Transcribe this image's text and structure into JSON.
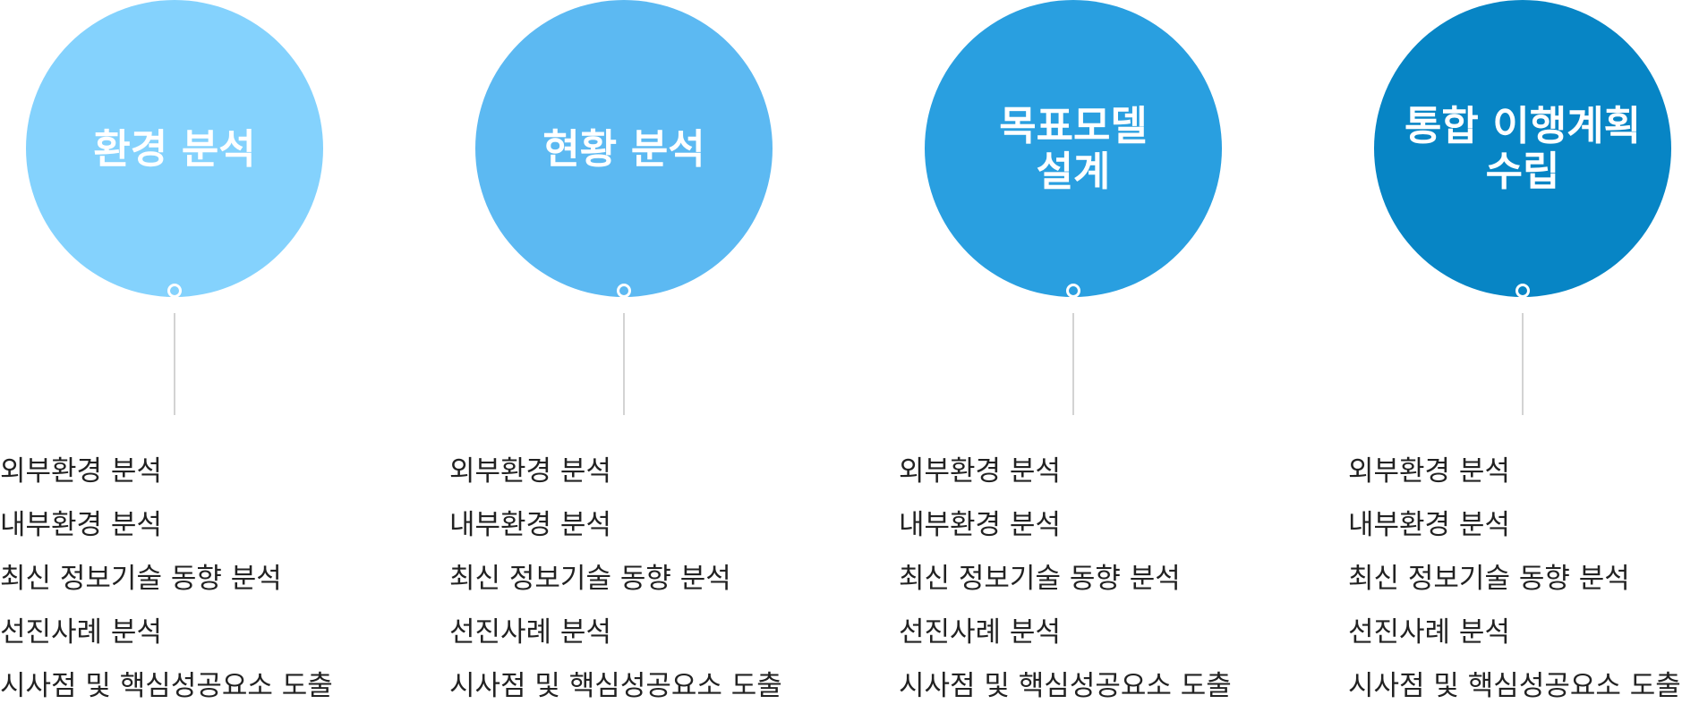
{
  "steps": [
    {
      "title": "환경 분석",
      "color": "#84d2fd",
      "items": [
        "외부환경 분석",
        "내부환경 분석",
        "최신 정보기술 동향 분석",
        "선진사례 분석",
        "시사점 및 핵심성공요소 도출"
      ]
    },
    {
      "title": "현황 분석",
      "color": "#5cb9f2",
      "items": [
        "외부환경 분석",
        "내부환경 분석",
        "최신 정보기술 동향 분석",
        "선진사례 분석",
        "시사점 및 핵심성공요소 도출"
      ]
    },
    {
      "title": "목표모델\n설계",
      "color": "#299fe0",
      "items": [
        "외부환경 분석",
        "내부환경 분석",
        "최신 정보기술 동향 분석",
        "선진사례 분석",
        "시사점 및 핵심성공요소 도출"
      ]
    },
    {
      "title": "통합 이행계획\n수립",
      "color": "#0785c5",
      "items": [
        "외부환경 분석",
        "내부환경 분석",
        "최신 정보기술 동향 분석",
        "선진사례 분석",
        "시사점 및 핵심성공요소 도출"
      ]
    }
  ]
}
